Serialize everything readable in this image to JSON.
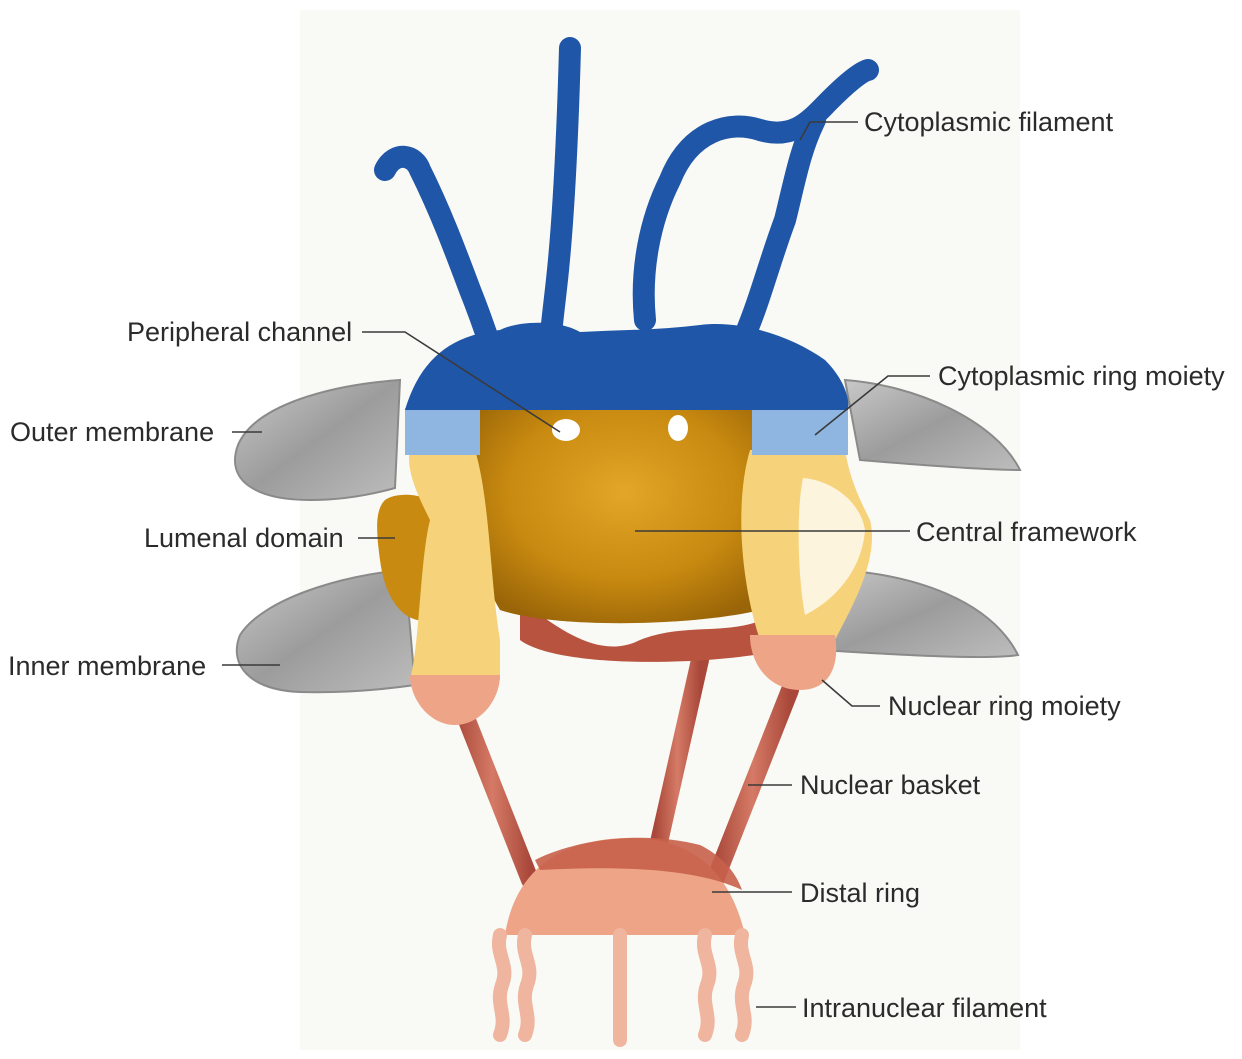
{
  "labels": {
    "cytoplasmic_filament": "Cytoplasmic filament",
    "peripheral_channel": "Peripheral channel",
    "cytoplasmic_ring_moiety": "Cytoplasmic ring moiety",
    "outer_membrane": "Outer membrane",
    "lumenal_domain": "Lumenal domain",
    "central_framework": "Central framework",
    "inner_membrane": "Inner membrane",
    "nuclear_ring_moiety": "Nuclear ring moiety",
    "nuclear_basket": "Nuclear basket",
    "distal_ring": "Distal ring",
    "intranuclear_filament": "Intranuclear filament"
  },
  "colors": {
    "cytoplasmic_blue": "#1f56a8",
    "light_blue": "#8fb6e0",
    "framework_gold": "#c88a10",
    "light_yellow": "#f6d27a",
    "membrane_gray": "#a9a9a9",
    "nuclear_red": "#b8533f",
    "salmon": "#eda487",
    "filament_pink": "#f0b59e"
  }
}
